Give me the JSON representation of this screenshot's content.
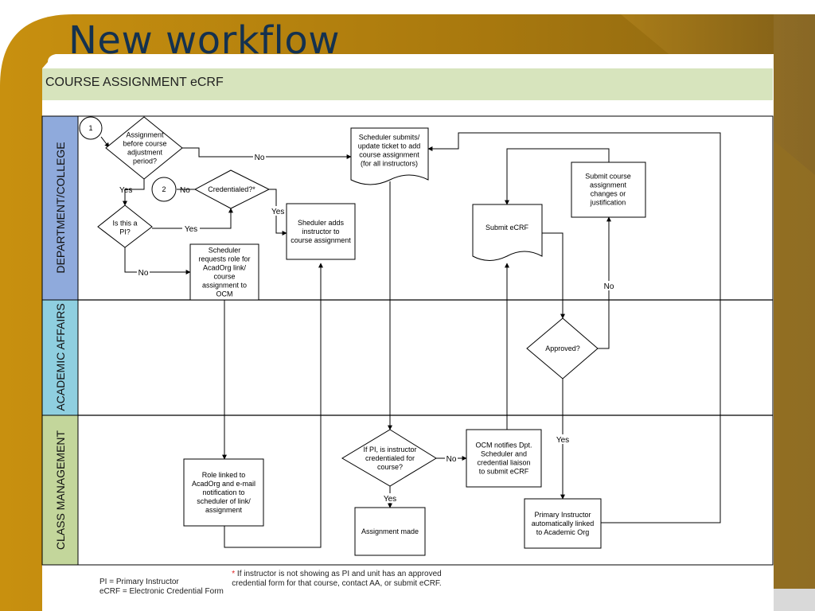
{
  "slide": {
    "title": "New workflow",
    "header": "COURSE ASSIGNMENT eCRF"
  },
  "lanes": {
    "department": "DEPARTMENT/COLLEGE",
    "academic_affairs": "ACADEMIC AFFAIRS",
    "class_management": "CLASS MANAGEMENT"
  },
  "connectors": {
    "start": "1",
    "end": "2"
  },
  "nodes": {
    "assignment_before": "Assignment\nbefore course\nadjustment\nperiod?",
    "credentialed": "Credentialed?*",
    "is_pi": "Is this a\nPI?",
    "scheduler_requests": "Scheduler\nrequests role for\nAcadOrg link/\ncourse\nassignment to\nOCM",
    "scheduler_adds": "Sheduler adds\ninstructor to\ncourse assignment",
    "scheduler_submits": "Scheduler submits/\nupdate ticket to add\ncourse assignment\n(for all instructors)",
    "submit_ecrf": "Submit eCRF",
    "submit_changes": "Submit course\nassignment\nchanges or\njustification",
    "approved": "Approved?",
    "role_linked": "Role linked to\nAcadOrg and e-mail\nnotification to\nscheduler of link/\nassignment",
    "if_pi_credentialed": "If PI, is instructor\ncredentialed for\ncourse?",
    "ocm_notifies": "OCM notifies Dpt.\nScheduler and\ncredential liaison\nto  submit eCRF",
    "assignment_made": "Assignment made",
    "primary_instructor": "Primary Instructor\nautomatically linked\nto Academic Org"
  },
  "edge_labels": {
    "no_to_ticket": "No",
    "yes_to_pi": "Yes",
    "no_to_connector": "No",
    "yes_pi_credentialed": "Yes",
    "yes_credentialed_adds": "Yes",
    "no_pi_request": "No",
    "no_approved": "No",
    "yes_approved": "Yes",
    "no_ocm": "No",
    "yes_assignment_made": "Yes"
  },
  "footer": {
    "legend_pi": "PI = Primary Instructor",
    "legend_ecrf": "eCRF = Electronic Credential Form",
    "note_mark": "*",
    "note": "If instructor is not showing as PI and unit has an approved credential form for that course, contact AA, or submit eCRF."
  },
  "colors": {
    "title": "#14314f",
    "header_band": "#d7e4bd",
    "lane_department": "#8faadc",
    "lane_academic": "#8fcfe0",
    "lane_class": "#c3d69b",
    "footer_mark": "#e02020"
  }
}
